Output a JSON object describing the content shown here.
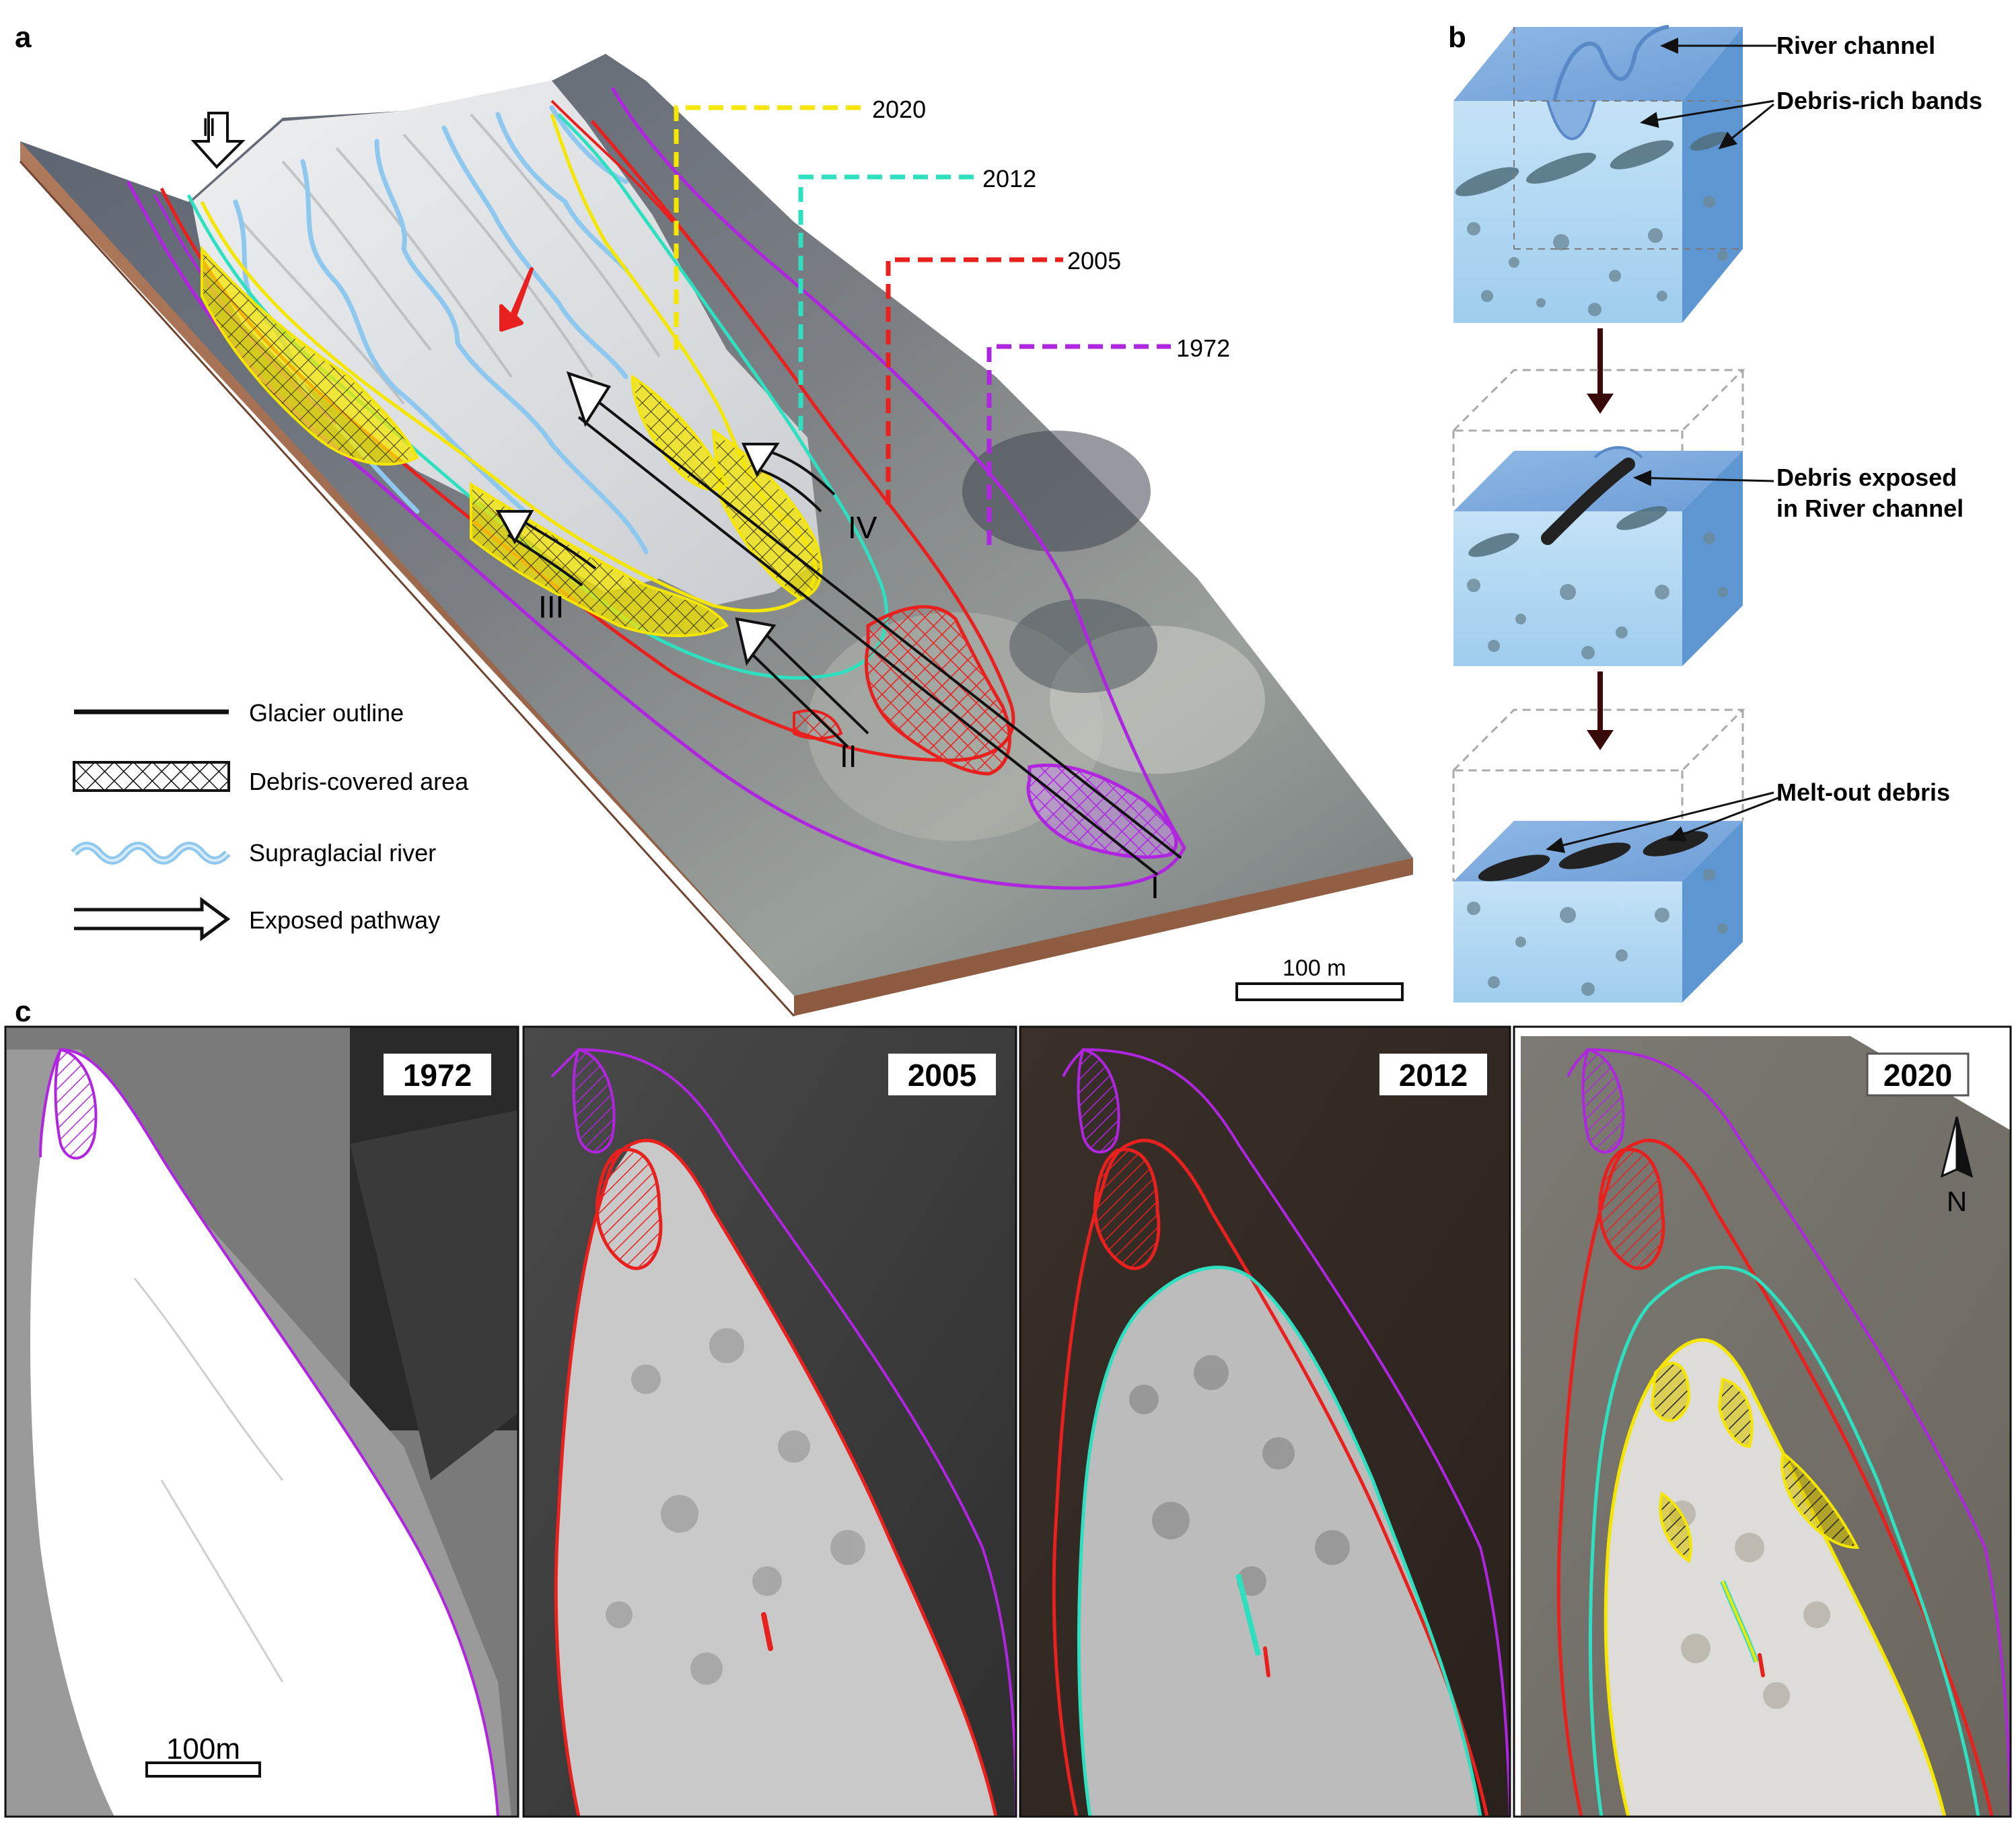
{
  "panels": {
    "a": {
      "letter": "a",
      "years": [
        {
          "label": "2020",
          "color": "#f5e600"
        },
        {
          "label": "2012",
          "color": "#2fe0c0"
        },
        {
          "label": "2005",
          "color": "#e8201e"
        },
        {
          "label": "1972",
          "color": "#b026e0"
        }
      ],
      "pathways": [
        "I",
        "II",
        "III",
        "IV"
      ],
      "view_marker": "II",
      "legend": [
        {
          "label": "Glacier outline",
          "icon": "line-icon"
        },
        {
          "label": "Debris-covered area",
          "icon": "crosshatch-icon"
        },
        {
          "label": "Supraglacial river",
          "icon": "wavy-line-icon"
        },
        {
          "label": "Exposed pathway",
          "icon": "hollow-arrow-icon"
        }
      ],
      "scale_bar": "100 m"
    },
    "b": {
      "letter": "b",
      "labels": {
        "river_channel": "River channel",
        "debris_bands": "Debris-rich bands",
        "debris_exposed_1": "Debris exposed",
        "debris_exposed_2": "in River channel",
        "meltout": "Melt-out debris"
      }
    },
    "c": {
      "letter": "c",
      "tiles": [
        {
          "year": "1972"
        },
        {
          "year": "2005"
        },
        {
          "year": "2012"
        },
        {
          "year": "2020"
        }
      ],
      "north": "N",
      "scale_bar": "100m"
    }
  },
  "colors": {
    "y2020": "#f5e600",
    "y2012": "#2fe0c0",
    "y2005": "#e8201e",
    "y1972": "#b026e0",
    "river": "#8ec8ee",
    "ice_block": "#bfe0f5"
  }
}
